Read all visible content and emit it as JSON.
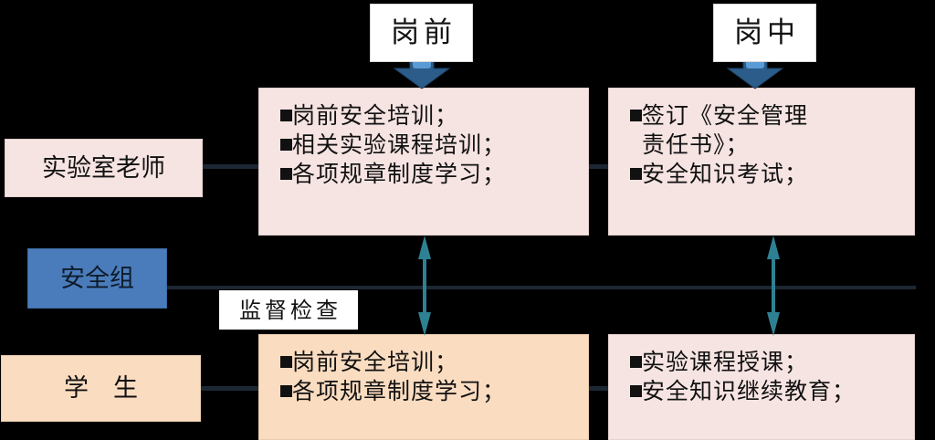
{
  "diagram": {
    "title_labels": [
      {
        "id": "pre-post",
        "text": "岗前"
      },
      {
        "id": "in-post",
        "text": "岗中"
      }
    ],
    "actors": [
      {
        "id": "lab-teacher",
        "text": "实验室老师",
        "color": "#f6e4e2"
      },
      {
        "id": "safety-group",
        "text": "安全组",
        "color": "#4a7cbb"
      },
      {
        "id": "student",
        "text": "学　生",
        "color": "#fadcc0"
      }
    ],
    "edge_labels": [
      {
        "id": "supervision",
        "text": "监督检查"
      }
    ],
    "tasks": [
      {
        "id": "teacher-pre-post",
        "color": "#f6e4e2",
        "items": [
          "岗前安全培训；",
          "相关实验课程培训；",
          "各项规章制度学习；"
        ]
      },
      {
        "id": "teacher-in-post",
        "color": "#f6e4e2",
        "items": [
          "签订《安全管理\n责任书》；",
          "安全知识考试；"
        ]
      },
      {
        "id": "student-pre-post",
        "color": "#fadcc0",
        "items": [
          "岗前安全培训；",
          "各项规章制度学习；"
        ]
      },
      {
        "id": "student-in-post",
        "color": "#f6e4e2",
        "items": [
          "实验课程授课；",
          "安全知识继续教育；"
        ]
      }
    ],
    "connector_colors": {
      "line": "#1d2733",
      "double_arrow": "#2e8193",
      "down_arrow_dark": "#27557f",
      "down_arrow_light": "#5b9bd5"
    }
  }
}
